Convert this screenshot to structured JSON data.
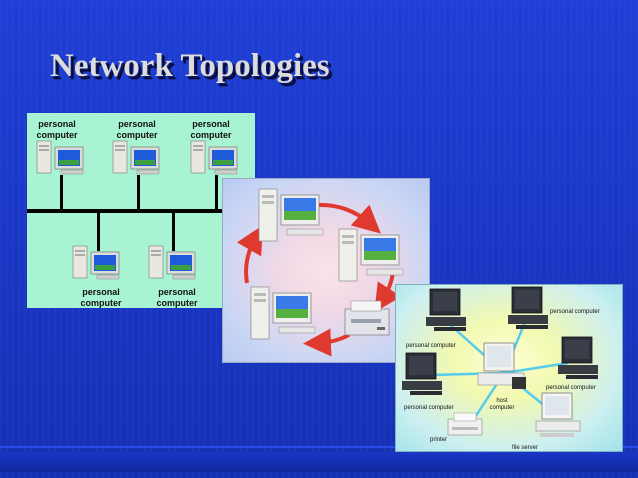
{
  "slide": {
    "title": "Network Topologies",
    "colors": {
      "background": "#1f3fd6",
      "title": "#dcdcdc",
      "bus_panel": "#a8f3d1",
      "ring_arrow": "#e03a30",
      "star_line": "#55ccee"
    }
  },
  "bus_diagram": {
    "labels": [
      {
        "line1": "personal",
        "line2": "computer"
      },
      {
        "line1": "personal",
        "line2": "computer"
      },
      {
        "line1": "personal",
        "line2": "computer"
      },
      {
        "line1": "personal",
        "line2": "computer"
      },
      {
        "line1": "personal",
        "line2": "computer"
      }
    ]
  },
  "star_diagram": {
    "labels": {
      "pc_top_right": "personal computer",
      "pc_left_upper": "personal computer",
      "pc_right_lower": "personal computer",
      "pc_left_lower": "personal computer",
      "host": "host computer",
      "host_line1": "host",
      "host_line2": "computer",
      "printer": "printer",
      "file_server": "file server"
    }
  },
  "icons": [
    "desktop-computer-icon",
    "tower-computer-icon",
    "printer-icon",
    "monitor-icon"
  ]
}
